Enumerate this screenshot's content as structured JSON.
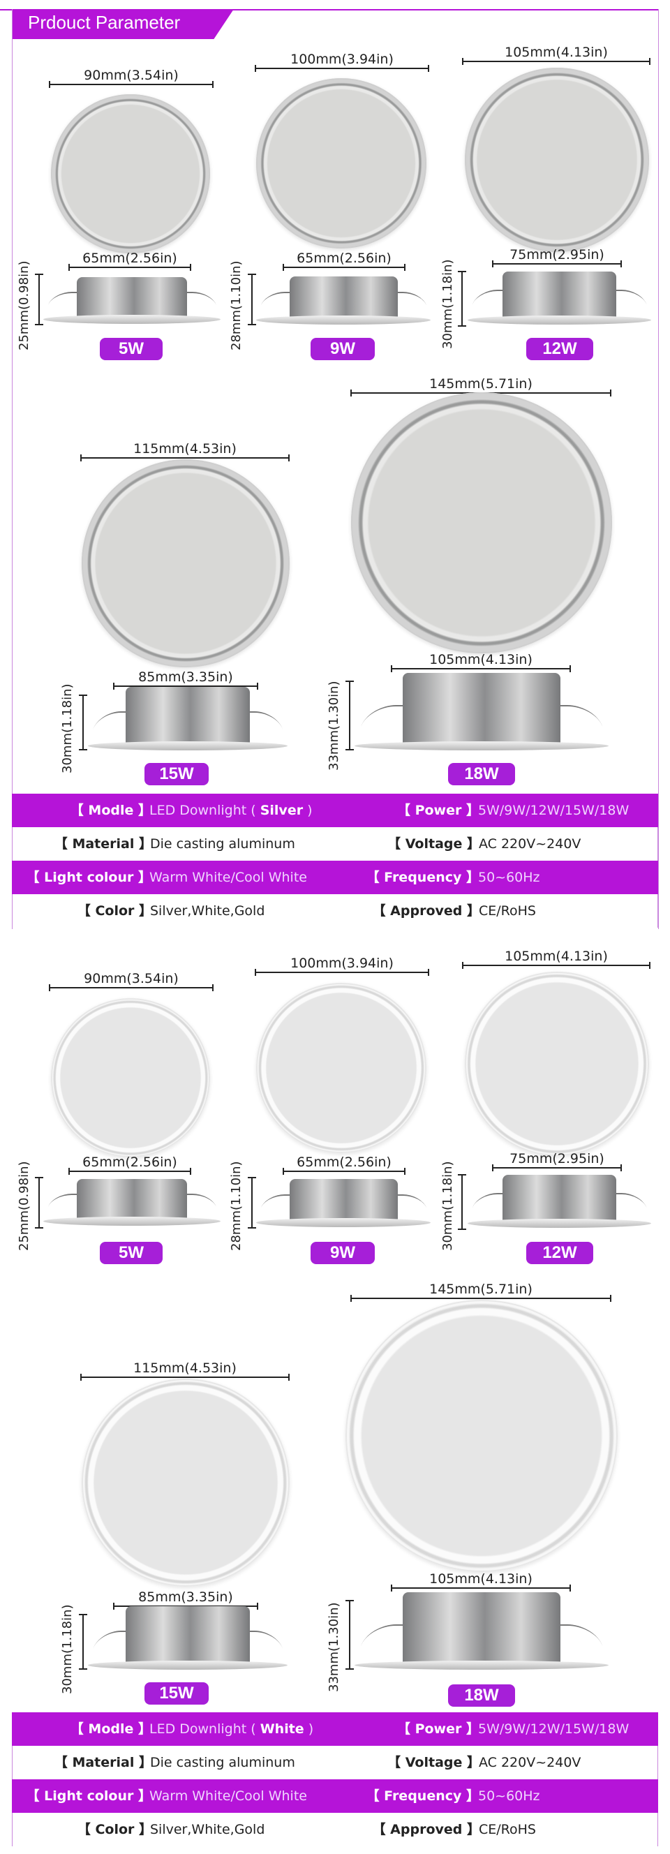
{
  "header": {
    "title": "Prdouct Parameter"
  },
  "sections": [
    {
      "theme": "silver",
      "products": [
        {
          "watt": "5W",
          "diameter": "90mm(3.54in)",
          "cut": "65mm(2.56in)",
          "height": "25mm(0.98in)"
        },
        {
          "watt": "9W",
          "diameter": "100mm(3.94in)",
          "cut": "65mm(2.56in)",
          "height": "28mm(1.10in)"
        },
        {
          "watt": "12W",
          "diameter": "105mm(4.13in)",
          "cut": "75mm(2.95in)",
          "height": "30mm(1.18in)"
        },
        {
          "watt": "15W",
          "diameter": "115mm(4.53in)",
          "cut": "85mm(3.35in)",
          "height": "30mm(1.18in)"
        },
        {
          "watt": "18W",
          "diameter": "145mm(5.71in)",
          "cut": "105mm(4.13in)",
          "height": "33mm(1.30in)"
        }
      ],
      "table": {
        "model_key": "【 Modle 】",
        "model_prefix": "LED Downlight (",
        "model_color": "Silver",
        "model_suffix": ")",
        "power_key": "【 Power 】",
        "power_val": "5W/9W/12W/15W/18W",
        "material_key": "【 Material 】",
        "material_val": "Die casting aluminum",
        "voltage_key": "【 Voltage 】",
        "voltage_val": "AC 220V~240V",
        "light_key": "【 Light colour 】",
        "light_val": "Warm White/Cool White",
        "freq_key": "【 Frequency 】",
        "freq_val": "50~60Hz",
        "color_key": "【 Color 】",
        "color_val": "Silver,White,Gold",
        "approved_key": "【 Approved 】",
        "approved_val": "CE/RoHS"
      }
    },
    {
      "theme": "white",
      "products": [
        {
          "watt": "5W",
          "diameter": "90mm(3.54in)",
          "cut": "65mm(2.56in)",
          "height": "25mm(0.98in)"
        },
        {
          "watt": "9W",
          "diameter": "100mm(3.94in)",
          "cut": "65mm(2.56in)",
          "height": "28mm(1.10in)"
        },
        {
          "watt": "12W",
          "diameter": "105mm(4.13in)",
          "cut": "75mm(2.95in)",
          "height": "30mm(1.18in)"
        },
        {
          "watt": "15W",
          "diameter": "115mm(4.53in)",
          "cut": "85mm(3.35in)",
          "height": "30mm(1.18in)"
        },
        {
          "watt": "18W",
          "diameter": "145mm(5.71in)",
          "cut": "105mm(4.13in)",
          "height": "33mm(1.30in)"
        }
      ],
      "table": {
        "model_key": "【 Modle 】",
        "model_prefix": "LED Downlight (",
        "model_color": "White",
        "model_suffix": ")",
        "power_key": "【 Power 】",
        "power_val": "5W/9W/12W/15W/18W",
        "material_key": "【 Material 】",
        "material_val": "Die casting aluminum",
        "voltage_key": "【 Voltage 】",
        "voltage_val": "AC 220V~240V",
        "light_key": "【 Light colour 】",
        "light_val": "Warm White/Cool White",
        "freq_key": "【 Frequency 】",
        "freq_val": "50~60Hz",
        "color_key": "【 Color 】",
        "color_val": "Silver,White,Gold",
        "approved_key": "【 Approved 】",
        "approved_val": "CE/RoHS"
      }
    }
  ],
  "colors": {
    "accent": "#b514d8",
    "badge": "#a61fd8",
    "accent_light": "#f0d6ff"
  }
}
